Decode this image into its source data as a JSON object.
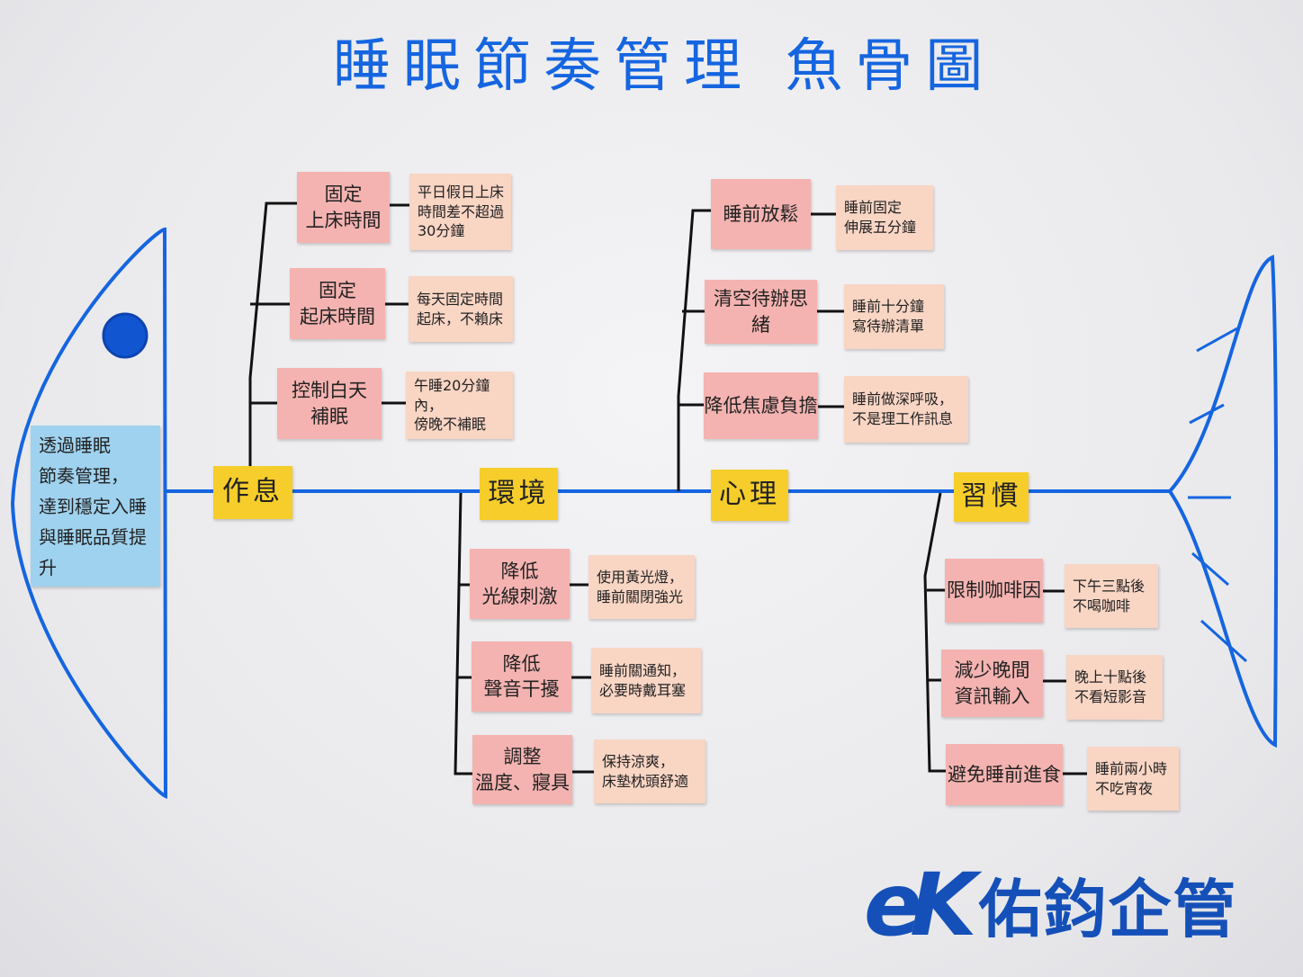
{
  "title": "睡眠節奏管理 魚骨圖",
  "goal": "透過睡眠\n節奏管理，\n達到穩定入睡\n與睡眠品質提升",
  "categories": [
    {
      "label": "作息",
      "causes": [
        {
          "cause": "固定\n上床時間",
          "detail": "平日假日上床\n時間差不超過\n30分鐘"
        },
        {
          "cause": "固定\n起床時間",
          "detail": "每天固定時間\n起床，不賴床"
        },
        {
          "cause": "控制白天\n補眠",
          "detail": "午睡20分鐘內，\n傍晚不補眠"
        }
      ]
    },
    {
      "label": "環境",
      "causes": [
        {
          "cause": "降低\n光線刺激",
          "detail": "使用黃光燈，\n睡前關閉強光"
        },
        {
          "cause": "降低\n聲音干擾",
          "detail": "睡前關通知，\n必要時戴耳塞"
        },
        {
          "cause": "調整\n溫度、寢具",
          "detail": "保持涼爽，\n床墊枕頭舒適"
        }
      ]
    },
    {
      "label": "心理",
      "causes": [
        {
          "cause": "睡前放鬆",
          "detail": "睡前固定\n伸展五分鐘"
        },
        {
          "cause": "清空待辦思緒",
          "detail": "睡前十分鐘\n寫待辦清單"
        },
        {
          "cause": "降低焦慮負擔",
          "detail": "睡前做深呼吸，\n不是理工作訊息"
        }
      ]
    },
    {
      "label": "習慣",
      "causes": [
        {
          "cause": "限制咖啡因",
          "detail": "下午三點後\n不喝咖啡"
        },
        {
          "cause": "減少晚間\n資訊輸入",
          "detail": "晚上十點後\n不看短影音"
        },
        {
          "cause": "避免睡前進食",
          "detail": "睡前兩小時\n不吃宵夜"
        }
      ]
    }
  ],
  "logo": {
    "mark": "eK",
    "name": "佑鈞企管"
  },
  "colors": {
    "fish": "#1565e0",
    "cause": "#f4b3b0",
    "detail": "#f9d5c4",
    "category": "#f6cd2a",
    "goal": "#9fd2ef"
  }
}
